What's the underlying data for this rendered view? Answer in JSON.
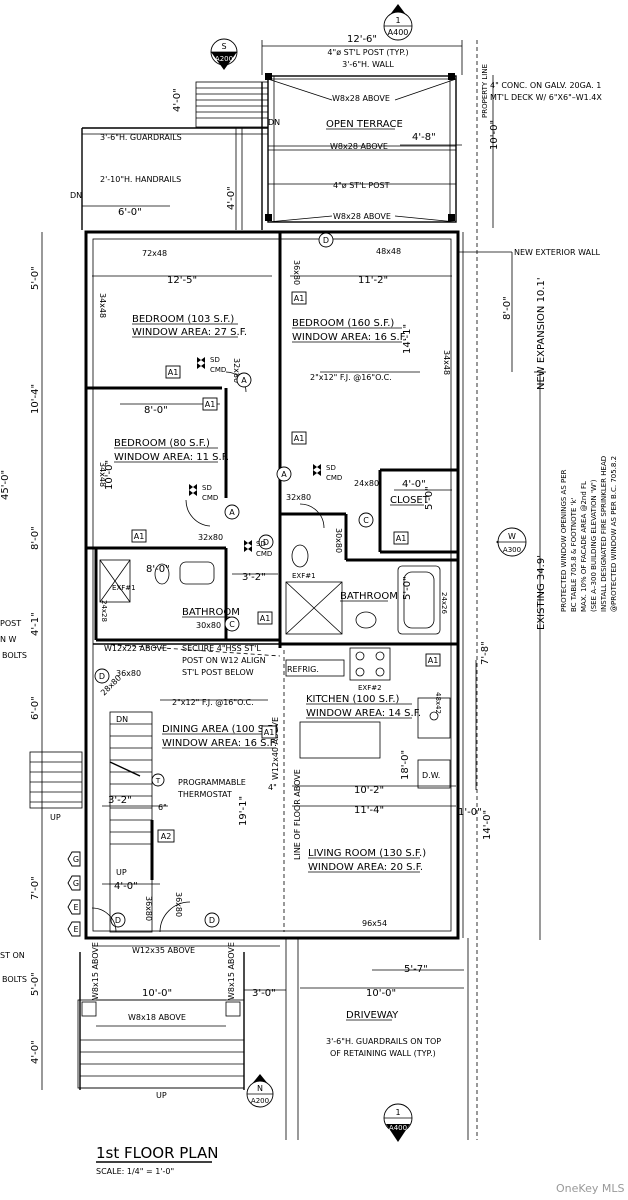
{
  "plan": {
    "title": "1st FLOOR PLAN",
    "scale": "SCALE: 1/4\" = 1'-0\"",
    "watermark": "OneKey MLS"
  },
  "rooms": {
    "bedroom1": {
      "name": "BEDROOM (103 S.F.)",
      "window": "WINDOW AREA: 27 S.F."
    },
    "bedroom2": {
      "name": "BEDROOM (160 S.F.)",
      "window": "WINDOW AREA: 16 S.F."
    },
    "bedroom3": {
      "name": "BEDROOM (80 S.F.)",
      "window": "WINDOW AREA: 11 S.F."
    },
    "closet": "CLOSET",
    "bathroom1": "BATHROOM",
    "bathroom2": "BATHROOM",
    "kitchen": {
      "name": "KITCHEN (100 S.F.)",
      "window": "WINDOW AREA: 14 S.F."
    },
    "dining": {
      "name": "DINING AREA (100 S.F.)",
      "window": "WINDOW AREA: 16 S.F."
    },
    "living": {
      "name": "LIVING ROOM (130 S.F.)",
      "window": "WINDOW AREA: 20 S.F."
    },
    "terrace": "OPEN TERRACE",
    "driveway": "DRIVEWAY"
  },
  "dimensions": {
    "top_width": "12'-6\"",
    "bed1_width": "12'-5\"",
    "bed2_width": "11'-2\"",
    "bed3_width": "8'-0\"",
    "closet_width": "4'-0\"",
    "hall_width": "3'-2\"",
    "kitchen_width": "10'-2\"",
    "living_width": "11'-4\"",
    "front_width": "10'-0\"",
    "front_right": "3'-0\"",
    "driveway_width": "10'-0\"",
    "drive_right": "5'-7\"",
    "terrace_right": "4'-8\"",
    "stair_width": "6'-0\"",
    "stair_width2": "3'-2\"",
    "stair_width3": "4'-0\"",
    "left_5": "5'-0\"",
    "left_10_4": "10'-4\"",
    "left_8": "8'-0\"",
    "left_4_1": "4'-1\"",
    "left_6": "6'-0\"",
    "left_7": "7'-0\"",
    "left_5b": "5'-0\"",
    "left_4": "4'-0\"",
    "left_45": "45'-0\"",
    "right_10": "10'-0\"",
    "right_8": "8'-0\"",
    "right_14_1": "14'-1\"",
    "right_5": "5'-0\"",
    "right_7_8": "7'-8\"",
    "right_1": "1'-0\"",
    "right_14": "14'-0\"",
    "existing": "EXISTING 34.9'",
    "new_expansion": "NEW EXPANSION 10.1'",
    "terrace_drop": "4'-0\"",
    "top_4": "4'-0\"",
    "kitchen_18": "18'-0\"",
    "living_19": "19'-1\"",
    "dim_5_0_bath": "5'-0\"",
    "dim_10_0": "10'-0\"",
    "dim_6": "6\"",
    "dim_4": "4\""
  },
  "notes": {
    "post_typ": "4\"ø ST'L POST (TYP.)",
    "wall": "3'-6\"H. WALL",
    "w8x28_above1": "W8x28 ABOVE",
    "w8x28_above2": "W8x28 ABOVE",
    "w8x28_above3": "W8x28 ABOVE",
    "stl_post": "4\"ø ST'L POST",
    "guardrails": "3'-6\"H. GUARDRAILS",
    "handrails": "2'-10\"H. HANDRAILS",
    "dn1": "DN",
    "dn2": "DN",
    "dn3": "DN",
    "up1": "UP",
    "up2": "UP",
    "up3": "UP",
    "conc_deck": "4\" CONC. ON GALV. 20GA. 1",
    "mtl_deck": "MT'L DECK W/ 6\"X6\"–W1.4X",
    "property_line": "PROPERTY LINE",
    "new_ext_wall": "NEW EXTERIOR WALL",
    "fj1": "2\"x12\" F.J. @16\"O.C.",
    "fj2": "2\"x12\" F.J. @16\"O.C.",
    "hss": "SECURE 4\"HSS ST'L",
    "hss2": "POST ON W12 ALIGN",
    "hss3": "ST'L POST BELOW",
    "w12x22": "W12x22 ABOVE",
    "w12x40": "W12x40 ABOVE",
    "w12x35": "W12x35 ABOVE",
    "w8x15a": "W8x15 ABOVE",
    "w8x15b": "W8x15 ABOVE",
    "w8x18": "W8x18 ABOVE",
    "thermostat1": "PROGRAMMABLE",
    "thermostat2": "THERMOSTAT",
    "refrig": "REFRIG.",
    "dw": "D.W.",
    "line_floor": "LINE OF FLOOR ABOVE",
    "guard_top1": "3'-6\"H. GUARDRAILS ON TOP",
    "guard_top2": "OF RETAINING WALL (TYP.)",
    "exf1": "EXF#1",
    "exf2": "EXF#1",
    "exf3": "EXF#2",
    "protected": [
      "PROTECTED WINDOW OPENINGS AS PER",
      "BC TABLE 705.8 & FOOTNOTE 'k'",
      "MAX. 10% OF FACADE AREA @2nd FL",
      "(SEE A–300 BUILDING ELEVATION 'W')",
      "INSTALL DESIGNATED FIRE SPRINKLER HEAD",
      "@PROTECTED WINDOW AS PER B.C. 705.8.2"
    ],
    "post_left": "POST",
    "n_left": "N W",
    "bolts1": "BOLTS",
    "st_on": "ST ON",
    "bolts2": "BOLTS",
    "sd": "SD",
    "cmd": "CMD"
  },
  "windows": {
    "w72x48": "72x48",
    "w48x48": "48x48",
    "w34x48a": "34x48",
    "w34x48b": "34x48",
    "w34x48c": "34x48",
    "w24x80": "24x80",
    "w24x26": "24x26",
    "w36x80a": "36x80",
    "w32x80a": "32x80",
    "w32x80b": "32x80",
    "w32x80c": "32x80",
    "w30x80a": "30x80",
    "w30x80b": "30x80",
    "w36x80b": "36x80",
    "w24x28": "24x28",
    "w28x80": "28x80",
    "w36x80c": "36x80",
    "w36x80d": "36x80",
    "w96x54": "96x54",
    "w48x42": "48x42",
    "w36x80e": "36x80"
  },
  "tags": {
    "a1": "A1",
    "a2": "A2",
    "a": "A",
    "c": "C",
    "d": "D",
    "e": "E",
    "g": "G",
    "t": "T"
  },
  "section_marks": {
    "top_num": "1",
    "top_sheet": "A400",
    "s_letter": "S",
    "s_sheet": "A200",
    "w_letter": "W",
    "w_sheet": "A300",
    "n_letter": "N",
    "n_sheet": "A200",
    "bottom_num": "1",
    "bottom_sheet": "A400"
  }
}
